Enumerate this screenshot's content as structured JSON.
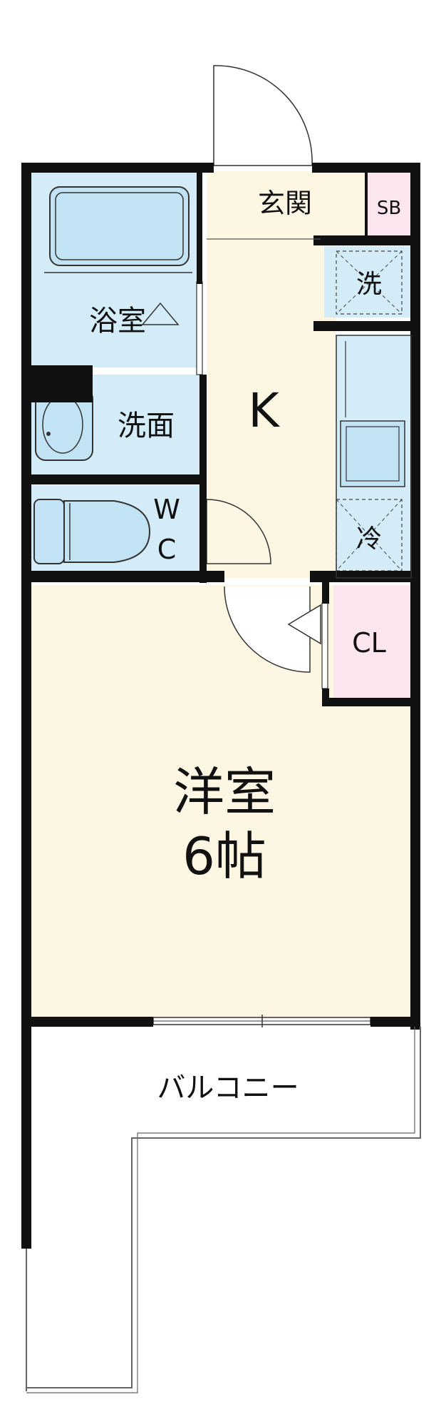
{
  "rooms": {
    "entrance": "玄関",
    "shoe_box": "SB",
    "washer": "洗",
    "bathroom": "浴室",
    "kitchen": "K",
    "washroom": "洗面",
    "fridge": "冷",
    "toilet_w": "W",
    "toilet_c": "C",
    "closet": "CL",
    "western_room": "洋室",
    "western_room_size": "6帖",
    "balcony": "バルコニー"
  },
  "colors": {
    "wall": "#111111",
    "room_fill": "#fdf6e3",
    "wet_fill": "#d4ecf7",
    "storage_fill": "#fbe6ef",
    "fixture_fill": "#c2e3f3"
  }
}
